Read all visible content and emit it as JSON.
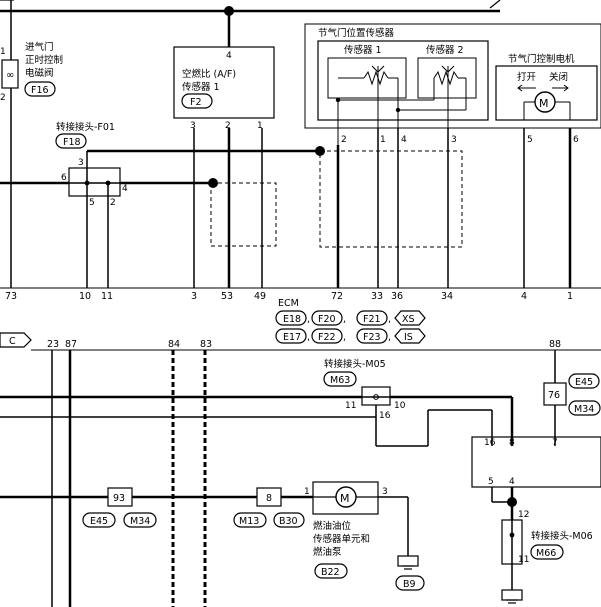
{
  "components": {
    "intake_valve": {
      "lines": [
        "进气门",
        "正时控制",
        "电磁阀"
      ],
      "connector": "F16",
      "pins": [
        "1",
        "2"
      ]
    },
    "af_sensor": {
      "lines": [
        "空燃比 (A/F)",
        "传感器 1"
      ],
      "connector": "F2",
      "pins": [
        "4",
        "3",
        "2",
        "1"
      ]
    },
    "throttle_group": {
      "title": "节气门位置传感器",
      "sensor1": "传感器 1",
      "sensor2": "传感器 2",
      "pins": [
        "2",
        "1",
        "4",
        "3"
      ]
    },
    "throttle_motor": {
      "title": "节气门控制电机",
      "open": "打开",
      "close": "关闭",
      "motor": "M",
      "pins": [
        "5",
        "6"
      ]
    },
    "junction_f01": {
      "label": "转接接头-F01",
      "connector": "F18",
      "pins": [
        "3",
        "6",
        "5",
        "2",
        "4"
      ]
    },
    "ecm": {
      "label": "ECM",
      "connectors": [
        "E18",
        "F20",
        "F21",
        "XS",
        "E17",
        "F22",
        "F23",
        "IS"
      ]
    },
    "junction_m05": {
      "label": "转接接头-M05",
      "connector": "M63",
      "pins": [
        "11",
        "10",
        "16"
      ]
    },
    "fuel_pump": {
      "lines": [
        "燃油油位",
        "传感器单元和",
        "燃油泵"
      ],
      "connector": "B22",
      "motor": "M",
      "pins": [
        "1",
        "3"
      ]
    },
    "connector_93": {
      "label": "93",
      "left": "E45",
      "right": "M34"
    },
    "connector_8": {
      "label": "8",
      "left": "M13",
      "right": "B30"
    },
    "connector_76": {
      "label": "76",
      "top": "E45",
      "bottom": "M34"
    },
    "ground_b9": {
      "label": "B9"
    },
    "junction_m06": {
      "label": "转接接头-M06",
      "connector": "M66",
      "pins": [
        "12",
        "11"
      ]
    },
    "body_block": {
      "pins": [
        "16",
        "8",
        "7",
        "5",
        "4"
      ]
    },
    "page_marker": "C"
  },
  "ecm_terminals_top": [
    "73",
    "10",
    "11",
    "3",
    "53",
    "49",
    "72",
    "33",
    "36",
    "34",
    "4",
    "1"
  ],
  "ecm_terminals_bottom": [
    "23",
    "87",
    "84",
    "83",
    "88"
  ]
}
